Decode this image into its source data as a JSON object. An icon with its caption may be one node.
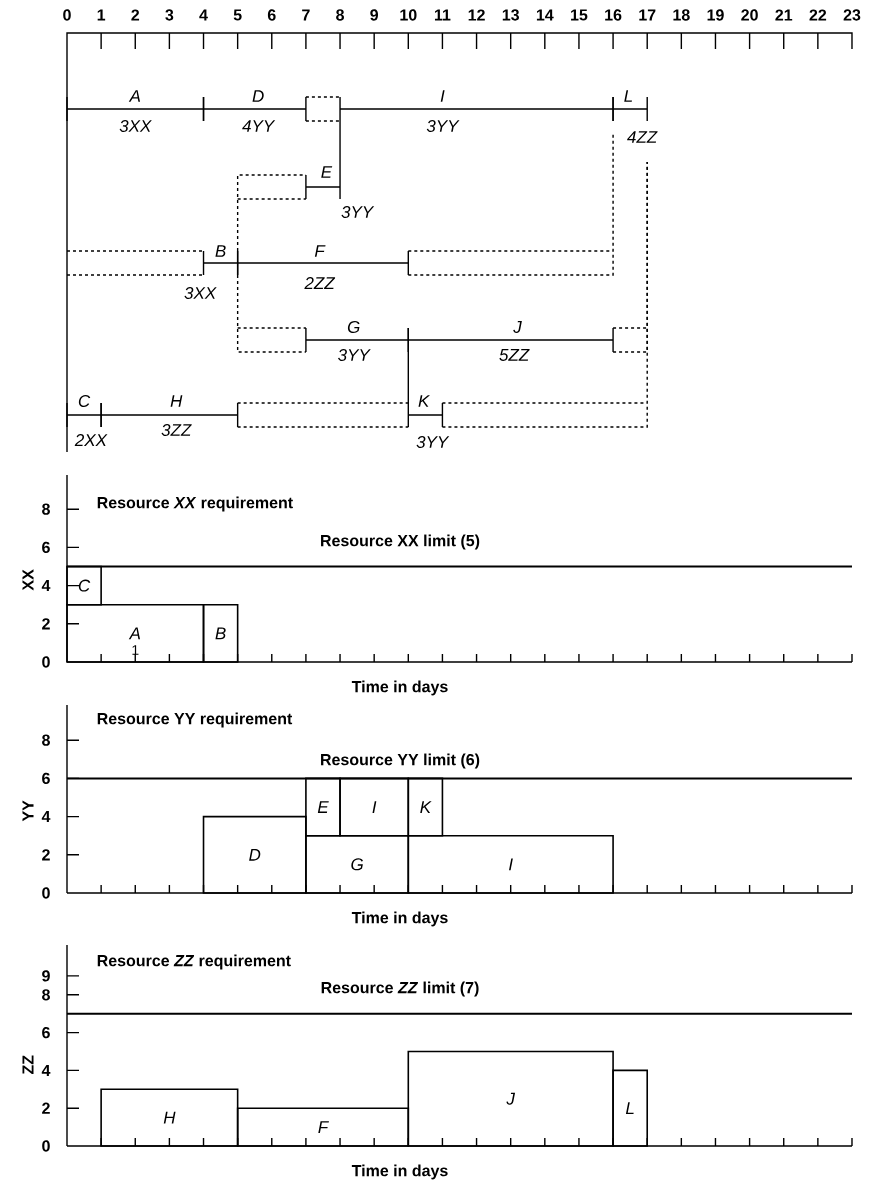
{
  "diagram": {
    "nodes": [
      {
        "text": [
          "A",
          "3XX"
        ]
      },
      {
        "text": [
          "D",
          "4YY"
        ]
      },
      {
        "text": [
          "I",
          "3YY"
        ]
      },
      {
        "text": [
          "L",
          "4ZZ"
        ]
      },
      {
        "text": [
          "E",
          "3YY"
        ]
      },
      {
        "text": [
          "B",
          "3XX"
        ]
      },
      {
        "text": [
          "F",
          "2ZZ"
        ]
      },
      {
        "text": [
          "G",
          "3YY"
        ]
      },
      {
        "text": [
          "J",
          "5ZZ"
        ]
      },
      {
        "text": [
          "C",
          "2XX"
        ]
      },
      {
        "text": [
          "H",
          "3ZZ"
        ]
      },
      {
        "text": [
          "K",
          "3YY"
        ]
      }
    ],
    "edges": [
      {
        "from": null,
        "to": 5,
        "arrow": "none",
        "style": "dashed"
      },
      {
        "from": 1,
        "to": 2,
        "arrow": "none",
        "style": "dashed"
      },
      {
        "from": 4,
        "to": 2,
        "arrow": "none"
      },
      {
        "from": 5,
        "to": 4,
        "arrow": "none",
        "style": "dashed"
      },
      {
        "from": 5,
        "to": 7,
        "arrow": "none",
        "style": "dashed"
      },
      {
        "from": 6,
        "to": 3,
        "arrow": "none",
        "style": "dashed"
      },
      {
        "from": 7,
        "to": 11,
        "arrow": "none"
      },
      {
        "from": 10,
        "to": 11,
        "arrow": "none",
        "style": "dashed"
      },
      {
        "from": 8,
        "to": 3,
        "arrow": "none",
        "style": "dashed"
      },
      {
        "from": 11,
        "to": 3,
        "arrow": "none",
        "style": "dashed"
      }
    ],
    "labels": [
      "0",
      "1",
      "2",
      "3",
      "4",
      "5",
      "6",
      "7",
      "8",
      "9",
      "10",
      "11",
      "12",
      "13",
      "14",
      "15",
      "16",
      "17",
      "18",
      "19",
      "20",
      "21",
      "22",
      "23",
      "Resource *XX* requirement",
      "Resource XX limit (5)",
      "XX",
      "8",
      "6",
      "4",
      "2",
      "0",
      "C",
      "A",
      "B",
      "1",
      "Time in days",
      "Resource YY requirement",
      "Resource YY limit (6)",
      "YY",
      "8",
      "6",
      "4",
      "2",
      "0",
      "E",
      "I",
      "K",
      "D",
      "G",
      "I",
      "Time in days",
      "Resource *ZZ* requirement",
      "Resource *ZZ* limit (7)",
      "ZZ",
      "9",
      "8",
      "6",
      "4",
      "2",
      "0",
      "H",
      "F",
      "J",
      "L",
      "Time in days"
    ]
  }
}
